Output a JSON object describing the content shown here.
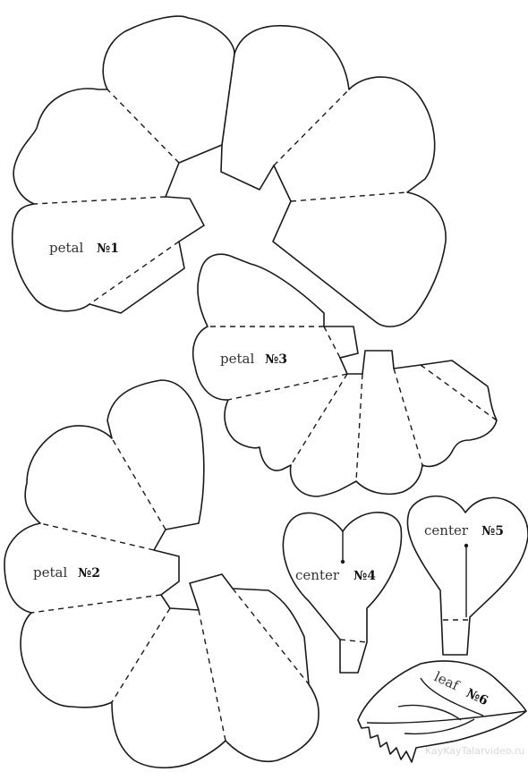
{
  "labels": {
    "petal1": {
      "word": "petal",
      "num": "№1"
    },
    "petal2": {
      "word": "petal",
      "num": "№2"
    },
    "petal3": {
      "word": "petal",
      "num": "№3"
    },
    "center4": {
      "word": "center",
      "num": "№4"
    },
    "center5": {
      "word": "center",
      "num": "№5"
    },
    "leaf6": {
      "word": "leaf",
      "num": "№6"
    }
  },
  "watermark": "KayKayTalarvideo.ru"
}
